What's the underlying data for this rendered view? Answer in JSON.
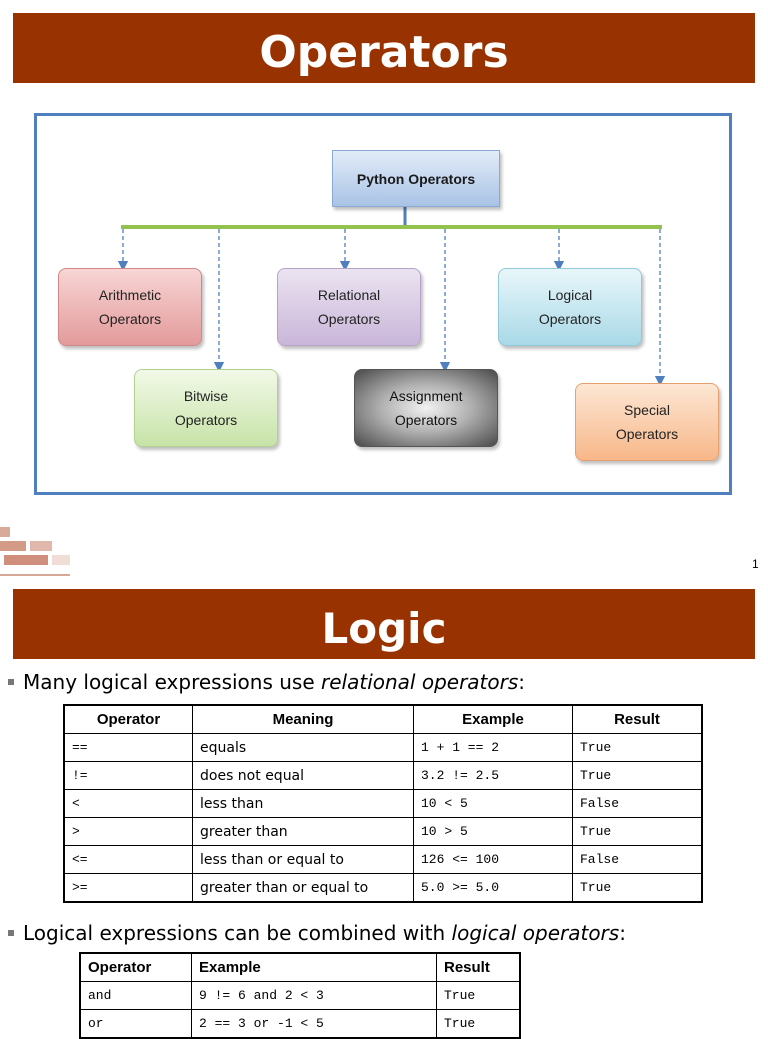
{
  "slide1": {
    "title": "Operators",
    "diagram": {
      "root": "Python Operators",
      "nodes": {
        "arithmetic": "Arithmetic\nOperators",
        "relational": "Relational\nOperators",
        "logical": "Logical\nOperators",
        "bitwise": "Bitwise\nOperators",
        "assignment": "Assignment\nOperators",
        "special": "Special\nOperators"
      }
    },
    "page_number": "1"
  },
  "slide2": {
    "title": "Logic",
    "bullet1": {
      "text": "Many logical expressions use ",
      "italic": "relational operators",
      "suffix": ":"
    },
    "relational_table": {
      "headers": [
        "Operator",
        "Meaning",
        "Example",
        "Result"
      ],
      "rows": [
        [
          "==",
          "equals",
          "1 + 1 == 2",
          "True"
        ],
        [
          "!=",
          "does not equal",
          "3.2 != 2.5",
          "True"
        ],
        [
          "<",
          "less than",
          "10 < 5",
          "False"
        ],
        [
          ">",
          "greater than",
          "10 > 5",
          "True"
        ],
        [
          "<=",
          "less than or equal to",
          "126 <= 100",
          "False"
        ],
        [
          ">=",
          "greater than or equal to",
          "5.0 >= 5.0",
          "True"
        ]
      ]
    },
    "bullet2": {
      "text": "Logical expressions can be combined with ",
      "italic": "logical operators",
      "suffix": ":"
    },
    "logical_table": {
      "headers": [
        "Operator",
        "Example",
        "Result"
      ],
      "rows": [
        [
          "and",
          "9 != 6 and 2 < 3",
          "True"
        ],
        [
          "or",
          "2 == 3 or -1 < 5",
          "True"
        ]
      ]
    }
  },
  "colors": {
    "title_bar": "#983200",
    "diagram_border": "#4f7fbf",
    "connector": "#93c24e",
    "arrow": "#4f7fbf"
  }
}
